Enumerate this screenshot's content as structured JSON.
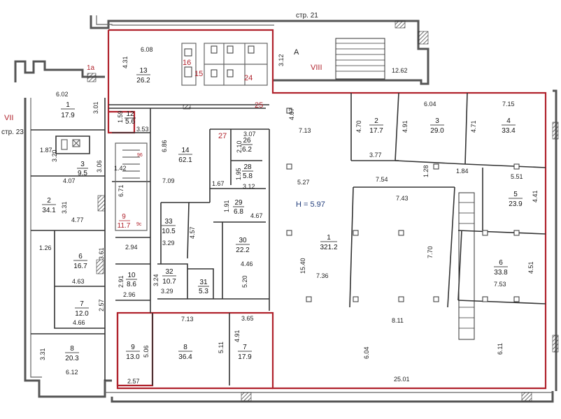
{
  "labels": {
    "street21": "стр. 21",
    "street23": "стр. 23",
    "sec_vii": "VII",
    "sec_viii": "VIII",
    "sec_a": "A",
    "sec_1a": "1a",
    "height": "H = 5.97"
  },
  "rooms_left": [
    {
      "num": "1",
      "area": "17.9"
    },
    {
      "num": "3",
      "area": "9.5"
    },
    {
      "num": "2",
      "area": "34.1"
    },
    {
      "num": "6",
      "area": "16.7"
    },
    {
      "num": "7",
      "area": "12.0"
    },
    {
      "num": "8",
      "area": "20.3"
    }
  ],
  "rooms_center": [
    {
      "num": "13",
      "area": "26.2"
    },
    {
      "num": "12",
      "area": "5.6"
    },
    {
      "num": "14",
      "area": "62.1"
    },
    {
      "num": "9",
      "area": "11.7"
    },
    {
      "num": "33",
      "area": "10.5"
    },
    {
      "num": "32",
      "area": "10.7"
    },
    {
      "num": "10",
      "area": "8.6"
    },
    {
      "num": "31",
      "area": "5.3"
    },
    {
      "num": "30",
      "area": "22.2"
    },
    {
      "num": "29",
      "area": "6.8"
    },
    {
      "num": "28",
      "area": "5.8"
    },
    {
      "num": "26",
      "area": "6.2"
    }
  ],
  "rooms_bottom": [
    {
      "num": "9",
      "area": "13.0"
    },
    {
      "num": "8",
      "area": "36.4"
    },
    {
      "num": "7",
      "area": "17.9"
    }
  ],
  "rooms_right": [
    {
      "num": "1",
      "area": "321.2"
    },
    {
      "num": "2",
      "area": "17.7"
    },
    {
      "num": "3",
      "area": "29.0"
    },
    {
      "num": "4",
      "area": "33.4"
    },
    {
      "num": "5",
      "area": "23.9"
    },
    {
      "num": "6",
      "area": "33.8"
    }
  ],
  "red_labels": [
    "16",
    "15",
    "24",
    "25",
    "27"
  ],
  "dimensions": {
    "d608": "6.08",
    "d431": "4.31",
    "d602": "6.02",
    "d301": "3.01",
    "d159": "1.59",
    "d353": "3.53",
    "d187": "1.87",
    "d320": "3.20",
    "d306": "3.06",
    "d407a": "4.07",
    "d331": "3.31",
    "d477": "4.77",
    "d126": "1.26",
    "d361": "3.61",
    "d463": "4.63",
    "d257a": "2.57",
    "d466": "4.66",
    "d331b": "3.31",
    "d612": "6.12",
    "d142": "1.42",
    "d671": "6.71",
    "d686": "6.86",
    "d709": "7.09",
    "d294": "2.94",
    "d291": "2.91",
    "d296": "2.96",
    "d329a": "3.29",
    "d457": "4.57",
    "d324": "3.24",
    "d329b": "3.29",
    "d307": "3.07",
    "d210": "2.10",
    "d195": "1.95",
    "d167": "1.67",
    "d312b": "3.12",
    "d191": "1.91",
    "d467": "4.67",
    "d446": "4.46",
    "d520": "5.20",
    "d713b": "7.13",
    "d365": "3.65",
    "d506": "5.06",
    "d511": "5.11",
    "d491": "4.91",
    "d257b": "2.57",
    "d312": "3.12",
    "d1262": "12.62",
    "d407b": "4.07",
    "d713": "7.13",
    "d470": "4.70",
    "d491b": "4.91",
    "d604": "6.04",
    "d471": "4.71",
    "d715": "7.15",
    "d377": "3.77",
    "d128": "1.28",
    "d184": "1.84",
    "d527": "5.27",
    "d754": "7.54",
    "d551": "5.51",
    "d441": "4.41",
    "d743": "7.43",
    "d1540": "15.40",
    "d736": "7.36",
    "d770": "7.70",
    "d451": "4.51",
    "d753": "7.53",
    "d811": "8.11",
    "d604b": "6.04",
    "d611": "6.11",
    "d2501": "25.01"
  },
  "fixture_labels": {
    "f96": "96",
    "f9c": "9c"
  }
}
